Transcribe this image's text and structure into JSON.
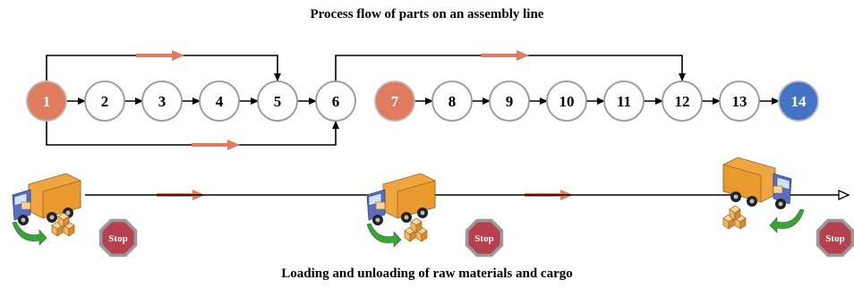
{
  "top_caption": "Process flow of parts on an assembly line",
  "bottom_caption": "Loading and unloading of raw materials and cargo",
  "nodes": [
    {
      "id": 1,
      "label": "1",
      "style": "start"
    },
    {
      "id": 2,
      "label": "2",
      "style": "normal"
    },
    {
      "id": 3,
      "label": "3",
      "style": "normal"
    },
    {
      "id": 4,
      "label": "4",
      "style": "normal"
    },
    {
      "id": 5,
      "label": "5",
      "style": "normal"
    },
    {
      "id": 6,
      "label": "6",
      "style": "normal"
    },
    {
      "id": 7,
      "label": "7",
      "style": "start"
    },
    {
      "id": 8,
      "label": "8",
      "style": "normal"
    },
    {
      "id": 9,
      "label": "9",
      "style": "normal"
    },
    {
      "id": 10,
      "label": "10",
      "style": "normal"
    },
    {
      "id": 11,
      "label": "11",
      "style": "normal"
    },
    {
      "id": 12,
      "label": "12",
      "style": "normal"
    },
    {
      "id": 13,
      "label": "13",
      "style": "normal"
    },
    {
      "id": 14,
      "label": "14",
      "style": "end"
    }
  ],
  "edges": [
    {
      "from": 1,
      "to": 2
    },
    {
      "from": 2,
      "to": 3
    },
    {
      "from": 3,
      "to": 4
    },
    {
      "from": 4,
      "to": 5
    },
    {
      "from": 5,
      "to": 6
    },
    {
      "from": 7,
      "to": 8
    },
    {
      "from": 8,
      "to": 9
    },
    {
      "from": 9,
      "to": 10
    },
    {
      "from": 10,
      "to": 11
    },
    {
      "from": 11,
      "to": 12
    },
    {
      "from": 12,
      "to": 13
    },
    {
      "from": 13,
      "to": 14
    }
  ],
  "bypass_edges": [
    {
      "from": 1,
      "to": 5,
      "route": "over"
    },
    {
      "from": 1,
      "to": 6,
      "route": "under"
    },
    {
      "from": 6,
      "to": 12,
      "route": "over"
    }
  ],
  "stop_sign_label": "Stop",
  "stop_signs": 3,
  "trucks": 3,
  "colors": {
    "start_node": "#e07b5e",
    "end_node": "#4472c4",
    "node_border": "#999999",
    "flow_arrow": "#e07b5e",
    "stop_sign": "#b5404e",
    "stop_sign_border": "#9a9a9a",
    "truck_cab": "#5a6fc0",
    "truck_box": "#f0a640",
    "box_color": "#f3b562",
    "green_arrow": "#3aa33a"
  }
}
